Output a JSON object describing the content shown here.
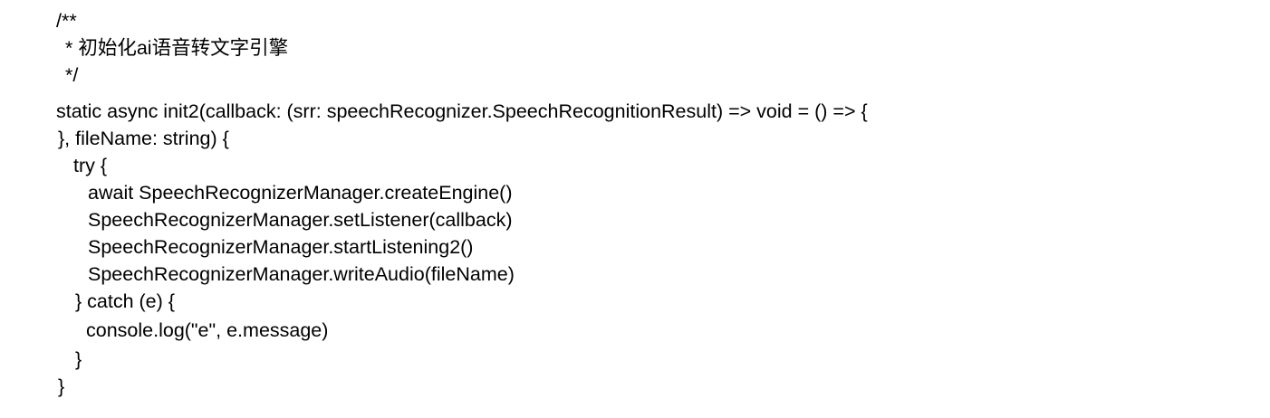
{
  "document": {
    "kind": "source-code-snippet",
    "language": "ArkTS / TypeScript",
    "background_color": "#ffffff",
    "text_color": "#000000",
    "lines": [
      {
        "text": "/**",
        "indent": 0
      },
      {
        "text": "* 初始化ai语音转文字引擎",
        "indent": 1
      },
      {
        "text": "*/",
        "indent": 1
      },
      {
        "text": "static async init2(callback: (srr: speechRecognizer.SpeechRecognitionResult) => void = () => {",
        "indent": 0
      },
      {
        "text": "}, fileName: string) {",
        "indent": 2
      },
      {
        "text": "try {",
        "indent": 3
      },
      {
        "text": "await SpeechRecognizerManager.createEngine()",
        "indent": 4
      },
      {
        "text": "SpeechRecognizerManager.setListener(callback)",
        "indent": 4
      },
      {
        "text": "SpeechRecognizerManager.startListening2()",
        "indent": 4
      },
      {
        "text": "SpeechRecognizerManager.writeAudio(fileName)",
        "indent": 4
      },
      {
        "text": "} catch (e) {",
        "indent": 5
      },
      {
        "text": "console.log(\"e\", e.message)",
        "indent": 6
      },
      {
        "text": "}",
        "indent": 5
      },
      {
        "text": "}",
        "indent": 2
      }
    ]
  }
}
